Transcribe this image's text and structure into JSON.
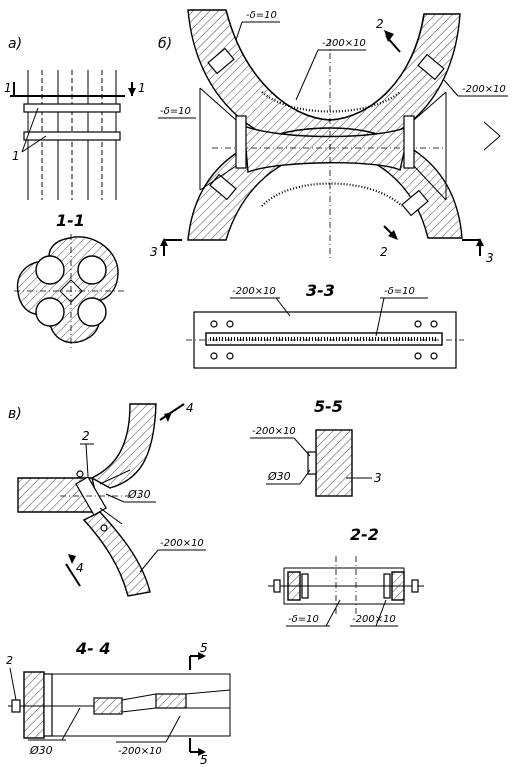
{
  "views": {
    "a": "а)",
    "b": "б)",
    "v": "в)"
  },
  "sections": {
    "s11": "1-1",
    "s33": "3-3",
    "s55": "5-5",
    "s22": "2-2",
    "s44": "4- 4"
  },
  "cut_marks": {
    "m1": "1",
    "m2": "2",
    "m3": "3",
    "m4": "4",
    "m5": "5"
  },
  "labels": {
    "plate_200x10": "-200×10",
    "plate_delta10": "-δ=10",
    "diameter30": "Ø30",
    "item1": "1",
    "item2": "2",
    "item3": "3"
  }
}
